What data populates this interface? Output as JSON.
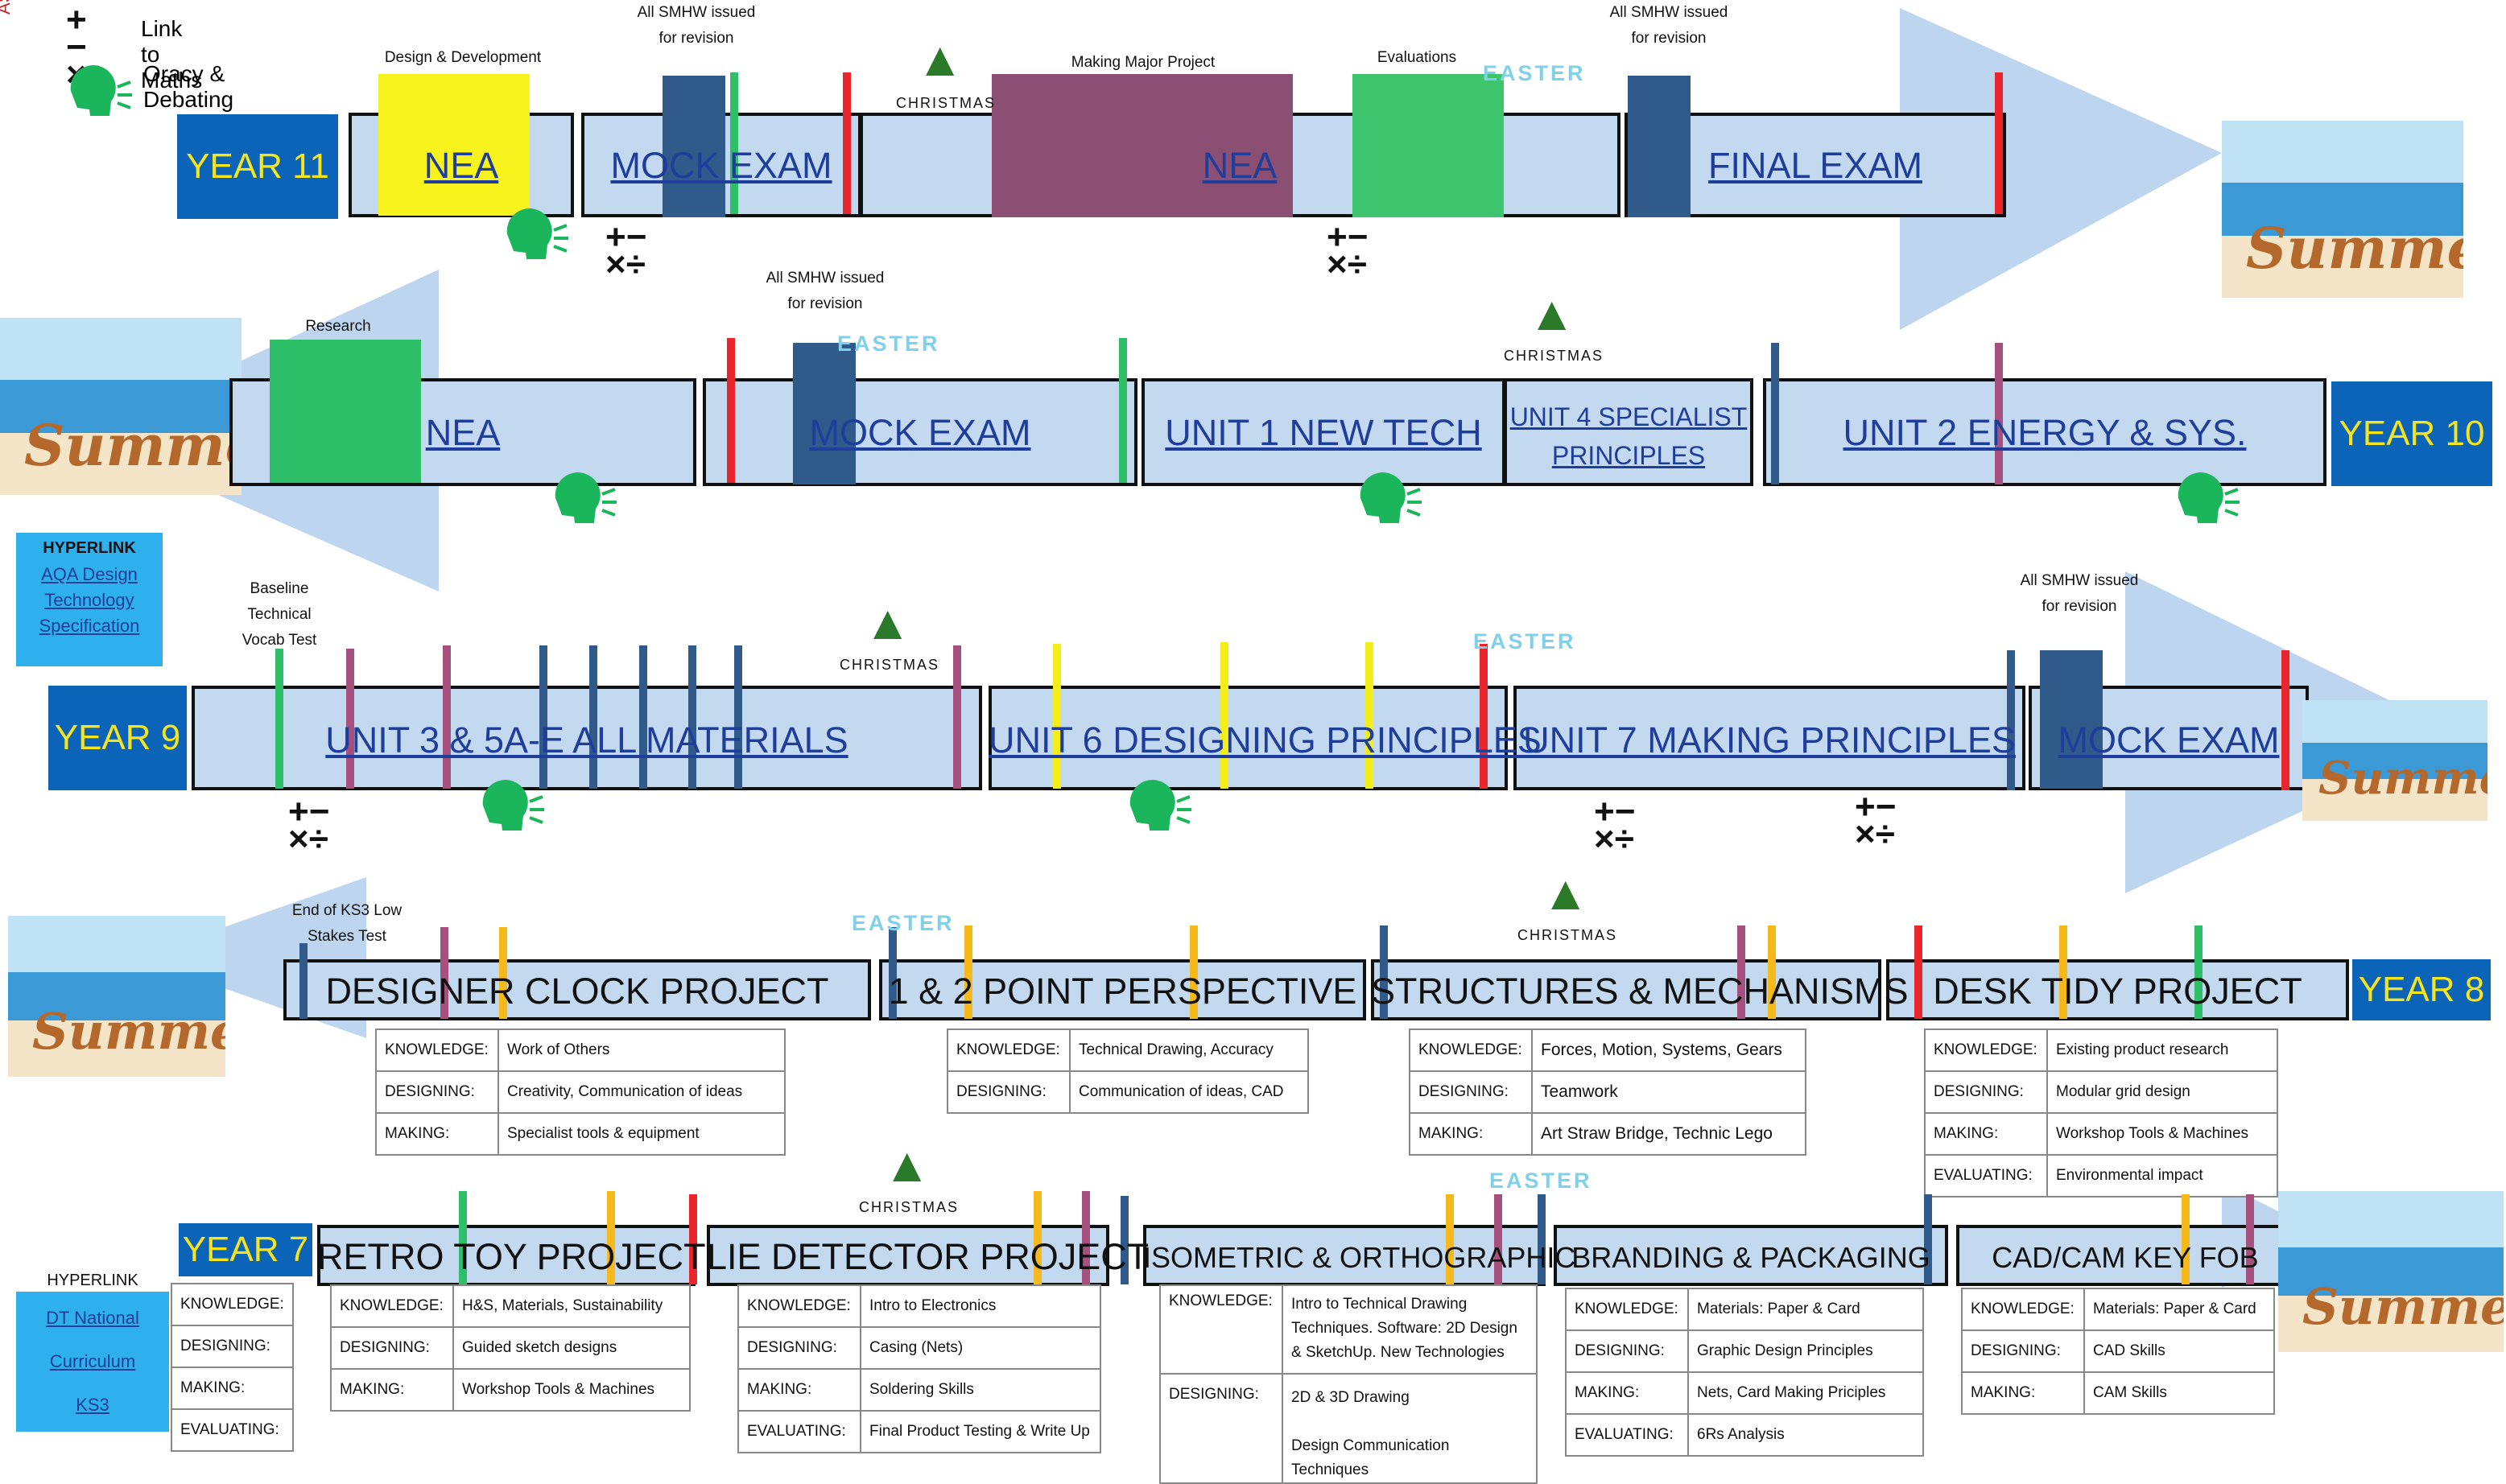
{
  "legend": {
    "maths": "Link to Maths",
    "oracy": "Oracy & Debating",
    "cut_label": "ASSE"
  },
  "years": {
    "y11": "YEAR 11",
    "y10": "YEAR 10",
    "y9": "YEAR 9",
    "y8": "YEAR 8",
    "y7": "YEAR 7"
  },
  "holidays": {
    "christmas": "CHRISTMAS",
    "easter": "EASTER",
    "summer": "Summer"
  },
  "y11": {
    "units": [
      "NEA",
      "MOCK EXAM",
      "NEA",
      "FINAL EXAM"
    ],
    "notes": {
      "design_dev": "Design & Development",
      "smhw1": "All SMHW issued for revision",
      "making": "Making Major Project",
      "evaluations": "Evaluations",
      "smhw2": "All SMHW issued for revision"
    }
  },
  "y10": {
    "units": [
      "NEA",
      "MOCK EXAM",
      "UNIT 1 NEW TECH",
      "UNIT 4 SPECIALIST PRINCIPLES",
      "UNIT 2 ENERGY & SYS."
    ],
    "notes": {
      "research": "Research",
      "smhw": "All SMHW issued for revision"
    }
  },
  "y9": {
    "units": [
      "UNIT 3 & 5A-E ALL MATERIALS",
      "UNIT 6 DESIGNING PRINCIPLES",
      "UNIT 7 MAKING PRINCIPLES",
      "MOCK EXAM"
    ],
    "notes": {
      "baseline": "Baseline Technical Vocab Test",
      "smhw": "All SMHW issued for revision"
    }
  },
  "y8": {
    "units": [
      "DESIGNER CLOCK PROJECT",
      "1 & 2 POINT PERSPECTIVE",
      "STRUCTURES & MECHANISMS",
      "DESK TIDY PROJECT"
    ],
    "notes": {
      "ks3": "End of KS3 Low Stakes Test"
    },
    "tables": [
      [
        [
          "KNOWLEDGE:",
          "Work of Others"
        ],
        [
          "DESIGNING:",
          "Creativity, Communication of ideas"
        ],
        [
          "MAKING:",
          "Specialist tools & equipment"
        ]
      ],
      [
        [
          "KNOWLEDGE:",
          "Technical Drawing, Accuracy"
        ],
        [
          "DESIGNING:",
          "Communication of ideas, CAD"
        ]
      ],
      [
        [
          "KNOWLEDGE:",
          "Forces, Motion, Systems, Gears"
        ],
        [
          "DESIGNING:",
          "Teamwork"
        ],
        [
          "MAKING:",
          "Art Straw Bridge, Technic Lego"
        ]
      ],
      [
        [
          "KNOWLEDGE:",
          "Existing product research"
        ],
        [
          "DESIGNING:",
          "Modular grid design"
        ],
        [
          "MAKING:",
          "Workshop Tools & Machines"
        ],
        [
          "EVALUATING:",
          "Environmental impact"
        ]
      ]
    ]
  },
  "y7": {
    "units": [
      "RETRO TOY PROJECT",
      "LIE DETECTOR PROJECT",
      "ISOMETRIC & ORTHOGRAPHIC",
      "BRANDING & PACKAGING",
      "CAD/CAM KEY FOB"
    ],
    "labels": [
      [
        "KNOWLEDGE:"
      ],
      [
        "DESIGNING:"
      ],
      [
        "MAKING:"
      ],
      [
        "EVALUATING:"
      ]
    ],
    "tables": [
      [
        [
          "KNOWLEDGE:",
          "H&S, Materials, Sustainability"
        ],
        [
          "DESIGNING:",
          "Guided sketch designs"
        ],
        [
          "MAKING:",
          "Workshop Tools & Machines"
        ]
      ],
      [
        [
          "KNOWLEDGE:",
          "Intro to Electronics"
        ],
        [
          "DESIGNING:",
          "Casing (Nets)"
        ],
        [
          "MAKING:",
          "Soldering Skills"
        ],
        [
          "EVALUATING:",
          "Final Product Testing & Write Up"
        ]
      ],
      [
        [
          "KNOWLEDGE:",
          "Intro to Technical Drawing Techniques.  Software: 2D Design & SketchUp. New Technologies"
        ],
        [
          "DESIGNING:",
          "2D & 3D Drawing\n\nDesign Communication Techniques"
        ]
      ],
      [
        [
          "KNOWLEDGE:",
          "Materials: Paper & Card"
        ],
        [
          "DESIGNING:",
          "Graphic Design Principles"
        ],
        [
          "MAKING:",
          "Nets, Card Making Priciples"
        ],
        [
          "EVALUATING:",
          "6Rs Analysis"
        ]
      ],
      [
        [
          "KNOWLEDGE:",
          "Materials: Paper & Card"
        ],
        [
          "DESIGNING:",
          "CAD Skills"
        ],
        [
          "MAKING:",
          "CAM Skills"
        ]
      ]
    ]
  },
  "hyperlinks": {
    "a_title": "HYPERLINK",
    "a_lines": [
      "AQA Design",
      "Technology",
      "Specification"
    ],
    "b_title": "HYPERLINK",
    "b_lines": [
      "DT National",
      "Curriculum",
      "KS3"
    ]
  },
  "colors": {
    "bar": "#c3d9f0",
    "year_bg": "#0c64b8",
    "year_text": "#f6e51c",
    "arrow": "#bdd5ee",
    "red": "#e8262c",
    "purple": "#a6507e",
    "navy": "#2f5a8a",
    "green": "#2fbf69",
    "yellow": "#f3ee1a",
    "orange": "#f5b91c",
    "nea_yellow": "#f8f31c",
    "making": "#8a4f73",
    "eval_green": "#3fc46e"
  }
}
